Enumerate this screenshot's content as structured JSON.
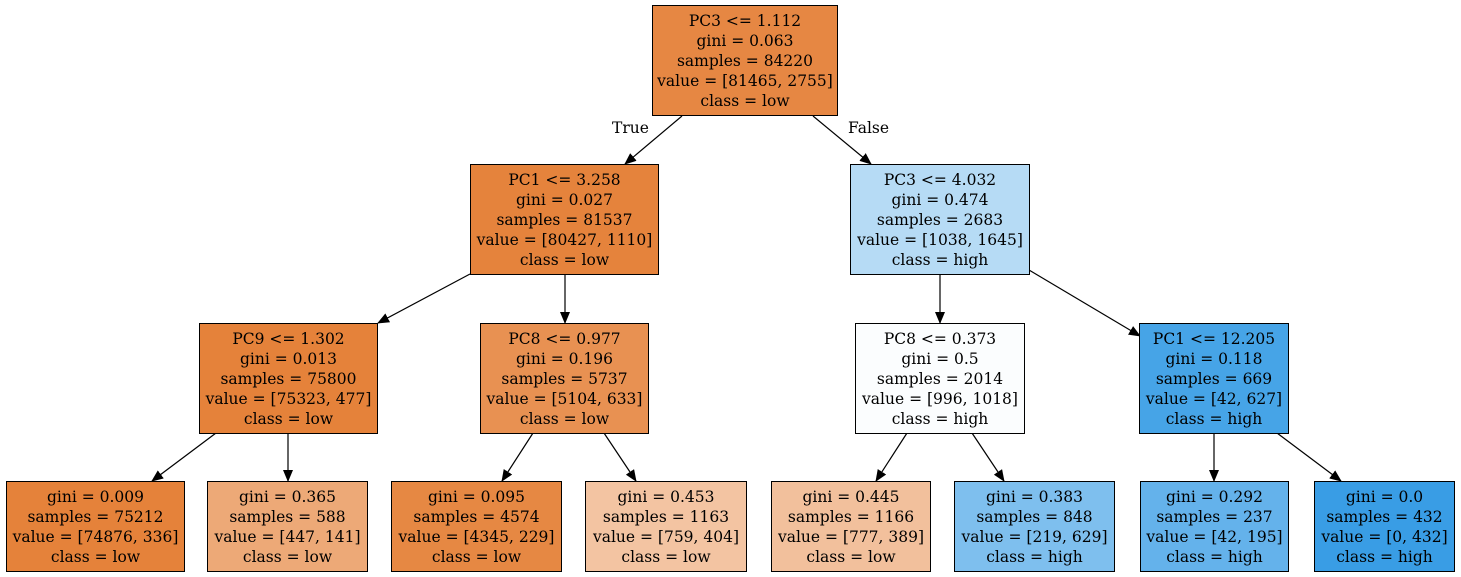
{
  "edge_labels": {
    "true_label": "True",
    "false_label": "False"
  },
  "nodes": {
    "n0": {
      "lines": [
        "PC3 <= 1.112",
        "gini = 0.063",
        "samples = 84220",
        "value = [81465, 2755]",
        "class = low"
      ],
      "fill": "#e68743"
    },
    "n1": {
      "lines": [
        "PC1 <= 3.258",
        "gini = 0.027",
        "samples = 81537",
        "value = [80427, 1110]",
        "class = low"
      ],
      "fill": "#e5833c"
    },
    "n2": {
      "lines": [
        "PC9 <= 1.302",
        "gini = 0.013",
        "samples = 75800",
        "value = [75323, 477]",
        "class = low"
      ],
      "fill": "#e5823a"
    },
    "n3": {
      "lines": [
        "gini = 0.009",
        "samples = 75212",
        "value = [74876, 336]",
        "class = low"
      ],
      "fill": "#e5823a"
    },
    "n4": {
      "lines": [
        "gini = 0.365",
        "samples = 588",
        "value = [447, 141]",
        "class = low"
      ],
      "fill": "#eda977"
    },
    "n5": {
      "lines": [
        "PC8 <= 0.977",
        "gini = 0.196",
        "samples = 5737",
        "value = [5104, 633]",
        "class = low"
      ],
      "fill": "#e89152"
    },
    "n6": {
      "lines": [
        "gini = 0.095",
        "samples = 4574",
        "value = [4345, 229]",
        "class = low"
      ],
      "fill": "#e68843"
    },
    "n7": {
      "lines": [
        "gini = 0.453",
        "samples = 1163",
        "value = [759, 404]",
        "class = low"
      ],
      "fill": "#f3c4a2"
    },
    "n8": {
      "lines": [
        "PC3 <= 4.032",
        "gini = 0.474",
        "samples = 2683",
        "value = [1038, 1645]",
        "class = high"
      ],
      "fill": "#b6dbf5"
    },
    "n9": {
      "lines": [
        "PC8 <= 0.373",
        "gini = 0.5",
        "samples = 2014",
        "value = [996, 1018]",
        "class = high"
      ],
      "fill": "#fbfdfe"
    },
    "n10": {
      "lines": [
        "gini = 0.445",
        "samples = 1166",
        "value = [777, 389]",
        "class = low"
      ],
      "fill": "#f2c09c"
    },
    "n11": {
      "lines": [
        "gini = 0.383",
        "samples = 848",
        "value = [219, 629]",
        "class = high"
      ],
      "fill": "#7ebfee"
    },
    "n12": {
      "lines": [
        "PC1 <= 12.205",
        "gini = 0.118",
        "samples = 669",
        "value = [42, 627]",
        "class = high"
      ],
      "fill": "#46a4e7"
    },
    "n13": {
      "lines": [
        "gini = 0.292",
        "samples = 237",
        "value = [42, 195]",
        "class = high"
      ],
      "fill": "#64b2eb"
    },
    "n14": {
      "lines": [
        "gini = 0.0",
        "samples = 432",
        "value = [0, 432]",
        "class = high"
      ],
      "fill": "#399de5"
    }
  }
}
